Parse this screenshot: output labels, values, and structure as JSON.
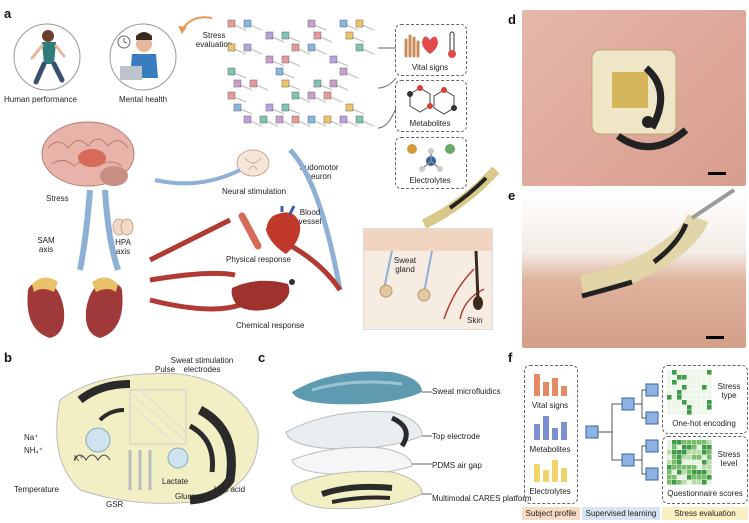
{
  "panels": {
    "a": "a",
    "b": "b",
    "c": "c",
    "d": "d",
    "e": "e",
    "f": "f"
  },
  "panel_a": {
    "human_performance": "Human performance",
    "mental_health": "Mental health",
    "stress_evaluation_1": "Stress",
    "stress_evaluation_2": "evaluation",
    "vital_signs": "Vital signs",
    "metabolites": "Metabolites",
    "electrolytes": "Electrolytes",
    "stress": "Stress",
    "neural_stimulation": "Neural stimulation",
    "sudomotor_1": "Sudomotor",
    "sudomotor_2": "neuron",
    "sam_1": "SAM",
    "sam_2": "axis",
    "hpa_1": "HPA",
    "hpa_2": "axis",
    "blood_1": "Blood",
    "blood_2": "vessel",
    "physical_response": "Physical response",
    "sweat_gland_1": "Sweat",
    "sweat_gland_2": "gland",
    "chemical_response": "Chemical response",
    "skin": "Skin"
  },
  "panel_b": {
    "sweat_stim_1": "Sweat stimulation",
    "sweat_stim_2": "electrodes",
    "pulse": "Pulse",
    "na": "Na⁺",
    "nh4": "NH₄⁺",
    "k": "K⁺",
    "temperature": "Temperature",
    "gsr": "GSR",
    "lactate": "Lactate",
    "glucose": "Glucose",
    "uric_acid": "Uric acid"
  },
  "panel_c": {
    "sweat_microfluidics": "Sweat microfluidics",
    "top_electrode": "Top electrode",
    "pdms_air_gap": "PDMS air gap",
    "multimodal": "Multimodal CARES platform"
  },
  "panel_f": {
    "vital_signs": "Vital signs",
    "metabolites": "Metabolites",
    "electrolytes": "Electrolytes",
    "stress_type_1": "Stress",
    "stress_type_2": "type",
    "one_hot": "One-hot encoding",
    "stress_level_1": "Stress",
    "stress_level_2": "level",
    "questionnaire": "Questionnaire scores",
    "subject_profile": "Subject profile",
    "supervised_learning": "Supervised learning",
    "stress_evaluation": "Stress evaluation"
  },
  "colors": {
    "nerve_blue": "#8fb0d6",
    "vessel_red": "#b23a34",
    "pink_bg": "#f2c9c2",
    "device_yellow": "#f2efc4",
    "device_black": "#2a2a2a",
    "tag_orange": "#f7dcc3",
    "tag_blue": "#d6e4f3",
    "tag_yellow": "#fbefc4",
    "node_blue": "#8db3e0",
    "bar_orange": "#e58a62",
    "bar_blue": "#7d8fd0",
    "bar_yellow": "#f0d36a"
  }
}
